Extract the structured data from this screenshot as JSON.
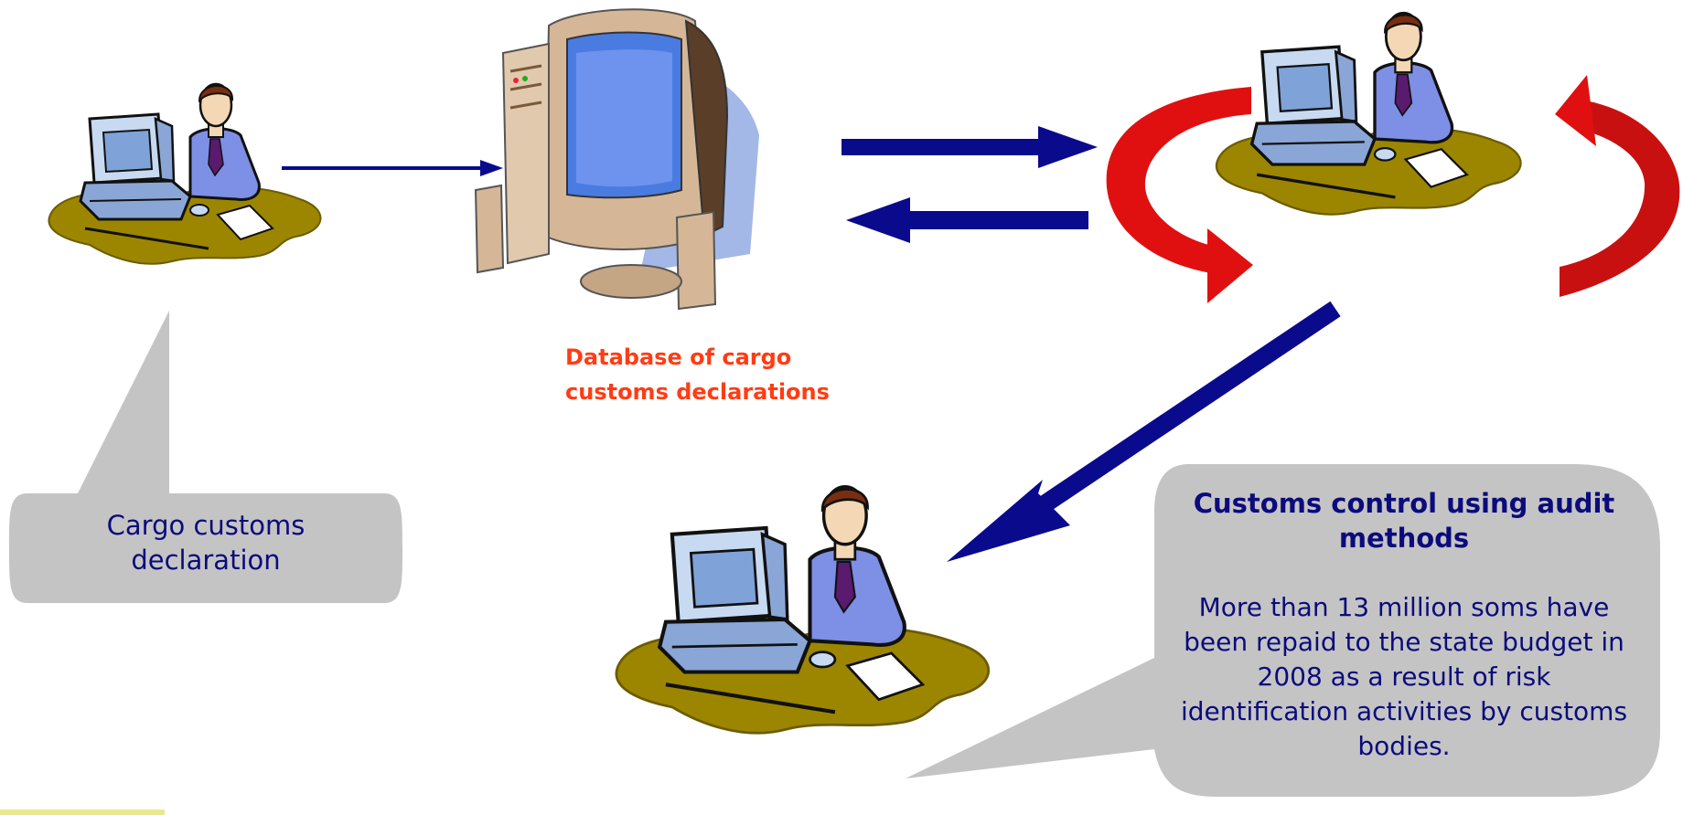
{
  "database_label": "Database of cargo customs declarations",
  "left_callout": {
    "text": "Cargo customs declaration"
  },
  "right_callout": {
    "title": "Customs control using audit methods",
    "body": "More than 13 million soms have been repaid to the state budget in 2008 as a result of risk identification activities by customs bodies."
  },
  "colors": {
    "arrow_blue": "#0a0a8c",
    "cycle_red": "#e01010",
    "callout_gray": "#c4c4c4",
    "label_orange": "#ff3c14",
    "text_navy": "#0b0b7c"
  },
  "icons": [
    "clerk-at-computer",
    "database-server-computer",
    "cycle-arrows"
  ]
}
